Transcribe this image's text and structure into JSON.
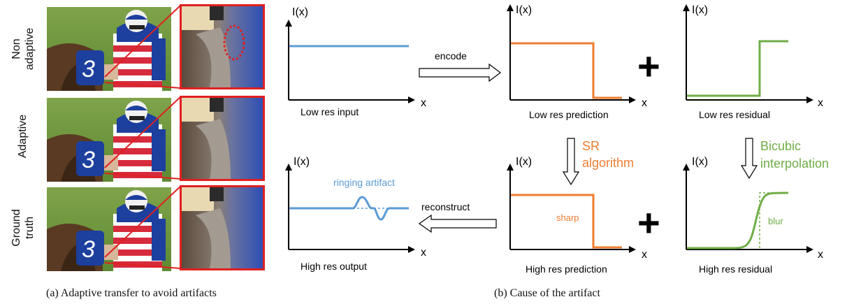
{
  "left_panel": {
    "rows": [
      {
        "label_line1": "Non",
        "label_line2": "adaptive"
      },
      {
        "label_line1": "Adaptive",
        "label_line2": ""
      },
      {
        "label_line1": "Ground",
        "label_line2": "truth"
      }
    ],
    "caption": "(a)  Adaptive transfer to avoid artifacts"
  },
  "right_panel": {
    "axis_y_label": "I(x)",
    "axis_x_label": "x",
    "plots": {
      "low_res_input": "Low res input",
      "low_res_prediction": "Low res prediction",
      "low_res_residual": "Low res residual",
      "high_res_output": "High res output",
      "high_res_prediction": "High res prediction",
      "high_res_residual": "High res residual"
    },
    "arrows": {
      "encode": "encode",
      "reconstruct": "reconstruct",
      "sr_line1": "SR",
      "sr_line2": "algorithm",
      "bicubic_line1": "Bicubic",
      "bicubic_line2": "interpolation"
    },
    "annotations": {
      "ringing": "ringing artifact",
      "sharp": "sharp",
      "blur": "blur"
    },
    "plus": "+",
    "caption": "(b)  Cause of the artifact"
  },
  "colors": {
    "blue": "#5b9bd5",
    "orange": "#ed7d31",
    "green": "#70ad47",
    "red": "#e02020"
  }
}
